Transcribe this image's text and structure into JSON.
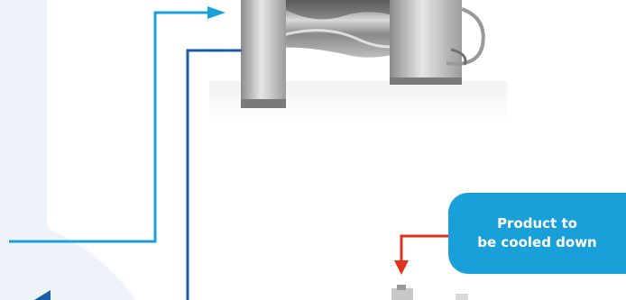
{
  "callout": {
    "text": "Product to\nbe cooled down"
  },
  "colors": {
    "panel": "#eef3fa",
    "flow_light_blue": "#1aa0d8",
    "flow_dark_blue": "#1a5da8",
    "product_flow_red": "#e0301e",
    "callout_fill": "#1aa0d8",
    "callout_text": "#ffffff"
  },
  "icons": [
    "mixer-drum-image",
    "product-small-image"
  ]
}
